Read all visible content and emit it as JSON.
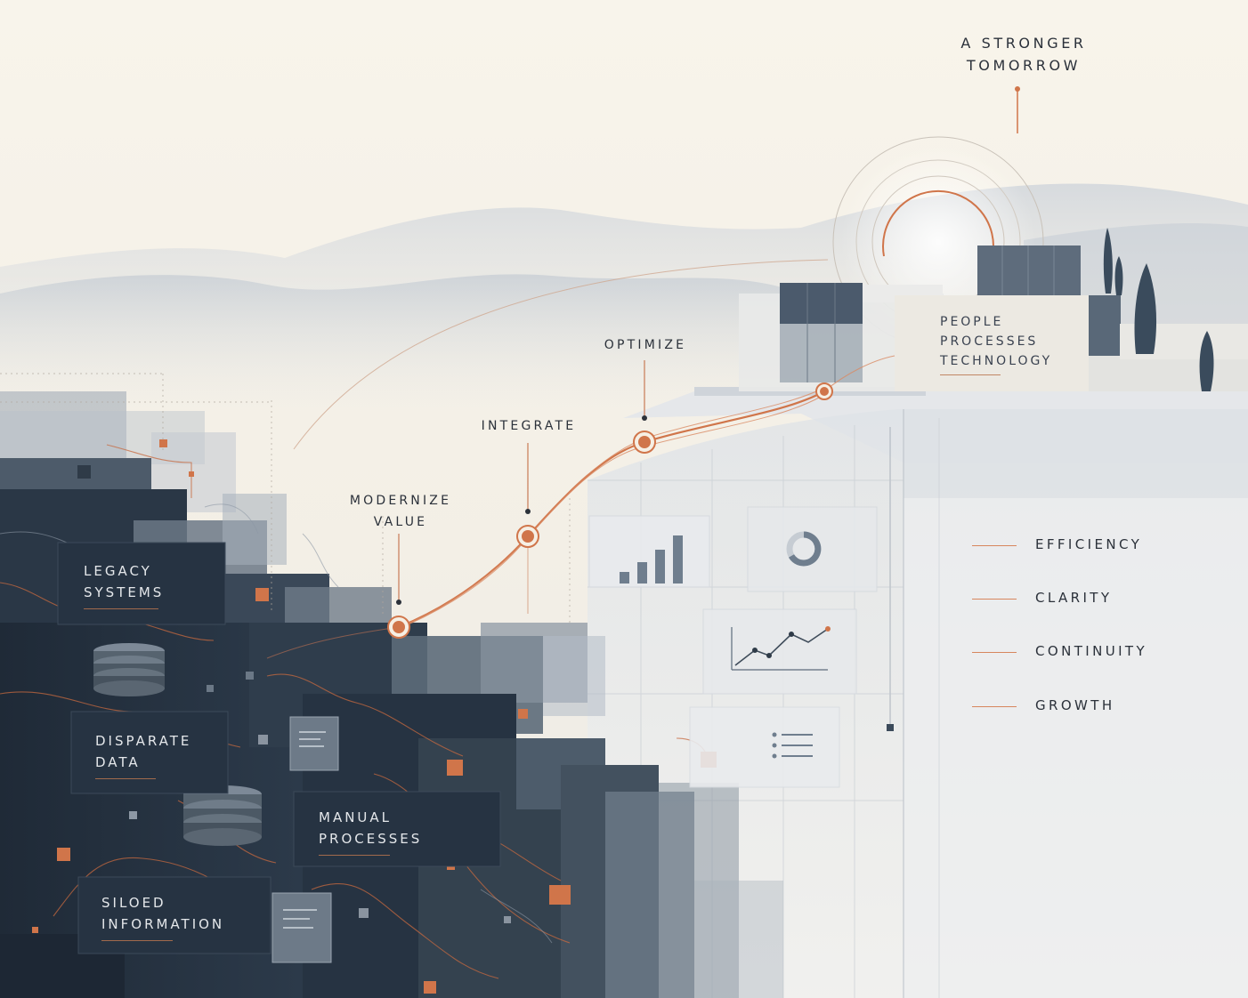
{
  "header": {
    "title_lines": [
      "A STRONGER",
      "TOMORROW"
    ]
  },
  "steps": [
    {
      "lines": [
        "MODERNIZE",
        "VALUE"
      ]
    },
    {
      "lines": [
        "INTEGRATE"
      ]
    },
    {
      "lines": [
        "OPTIMIZE"
      ]
    }
  ],
  "pillars": {
    "lines": [
      "PEOPLE",
      "PROCESSES",
      "TECHNOLOGY"
    ]
  },
  "challenges": [
    {
      "lines": [
        "LEGACY",
        "SYSTEMS"
      ]
    },
    {
      "lines": [
        "DISPARATE",
        "DATA"
      ]
    },
    {
      "lines": [
        "MANUAL",
        "PROCESSES"
      ]
    },
    {
      "lines": [
        "SILOED",
        "INFORMATION"
      ]
    }
  ],
  "outcomes": [
    "EFFICIENCY",
    "CLARITY",
    "CONTINUITY",
    "GROWTH"
  ],
  "colors": {
    "accent": "#d0754a",
    "navy": "#253241",
    "slate": "#5a6a7a",
    "paper": "#f6f2e9"
  },
  "icons": {
    "bar_chart": "bar-chart-icon",
    "donut": "donut-chart-icon",
    "line_chart": "line-chart-icon",
    "list": "list-icon",
    "database": "database-icon",
    "document": "document-icon"
  }
}
